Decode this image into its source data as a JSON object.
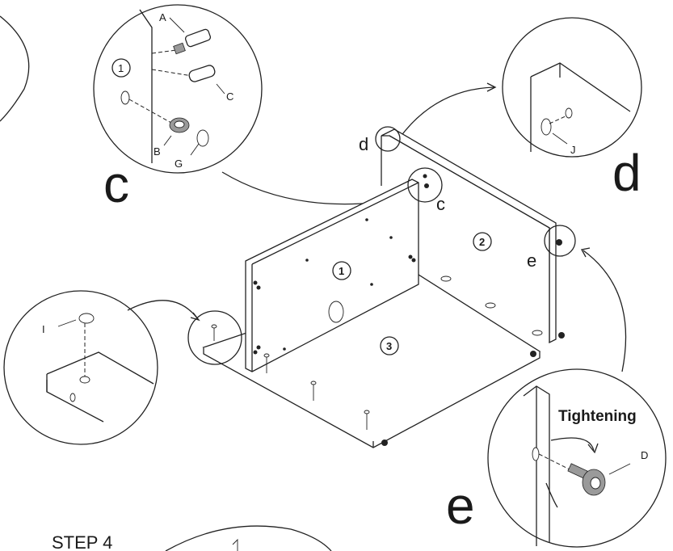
{
  "step_heading": "STEP 4",
  "panels": {
    "panel_1": "1",
    "panel_2": "2",
    "panel_3": "3",
    "detail_c_panel": "1"
  },
  "callout_c": {
    "label": "c",
    "big_letter": "c",
    "parts": {
      "A": "A",
      "B": "B",
      "C": "C",
      "G": "G"
    }
  },
  "callout_d": {
    "label": "d",
    "big_letter": "d",
    "parts": {
      "J": "J"
    }
  },
  "callout_e": {
    "label": "e",
    "big_letter": "e",
    "action": "Tightening",
    "parts": {
      "D": "D"
    }
  },
  "callout_i": {
    "parts": {
      "I": "I"
    }
  }
}
